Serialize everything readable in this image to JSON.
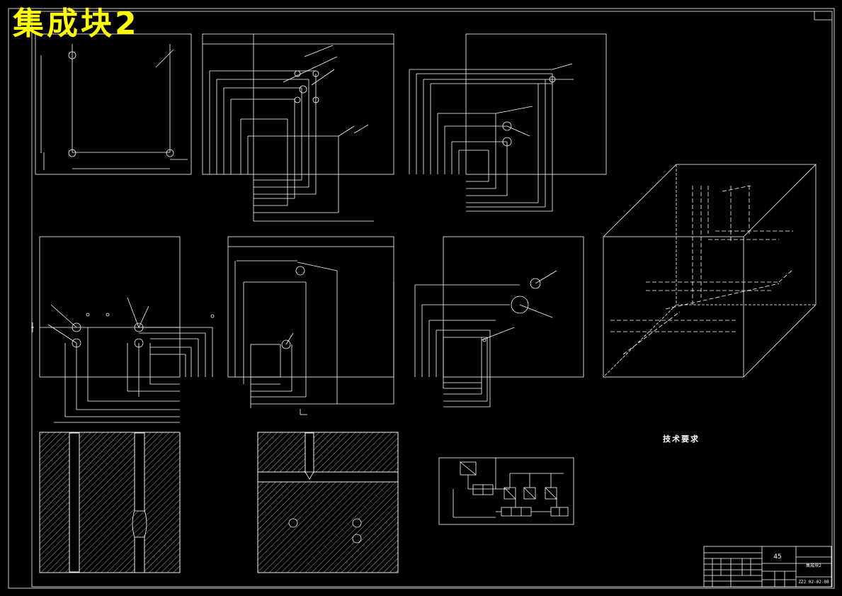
{
  "drawing": {
    "title": "集成块2",
    "title_color": "#ffff00",
    "line_color": "#ffffff",
    "background": "#000000"
  },
  "technical_requirements": {
    "heading": "技术要求"
  },
  "title_block": {
    "material": "45",
    "part_name": "集成块2",
    "drawing_number": "ZZJ 02-02-08"
  }
}
